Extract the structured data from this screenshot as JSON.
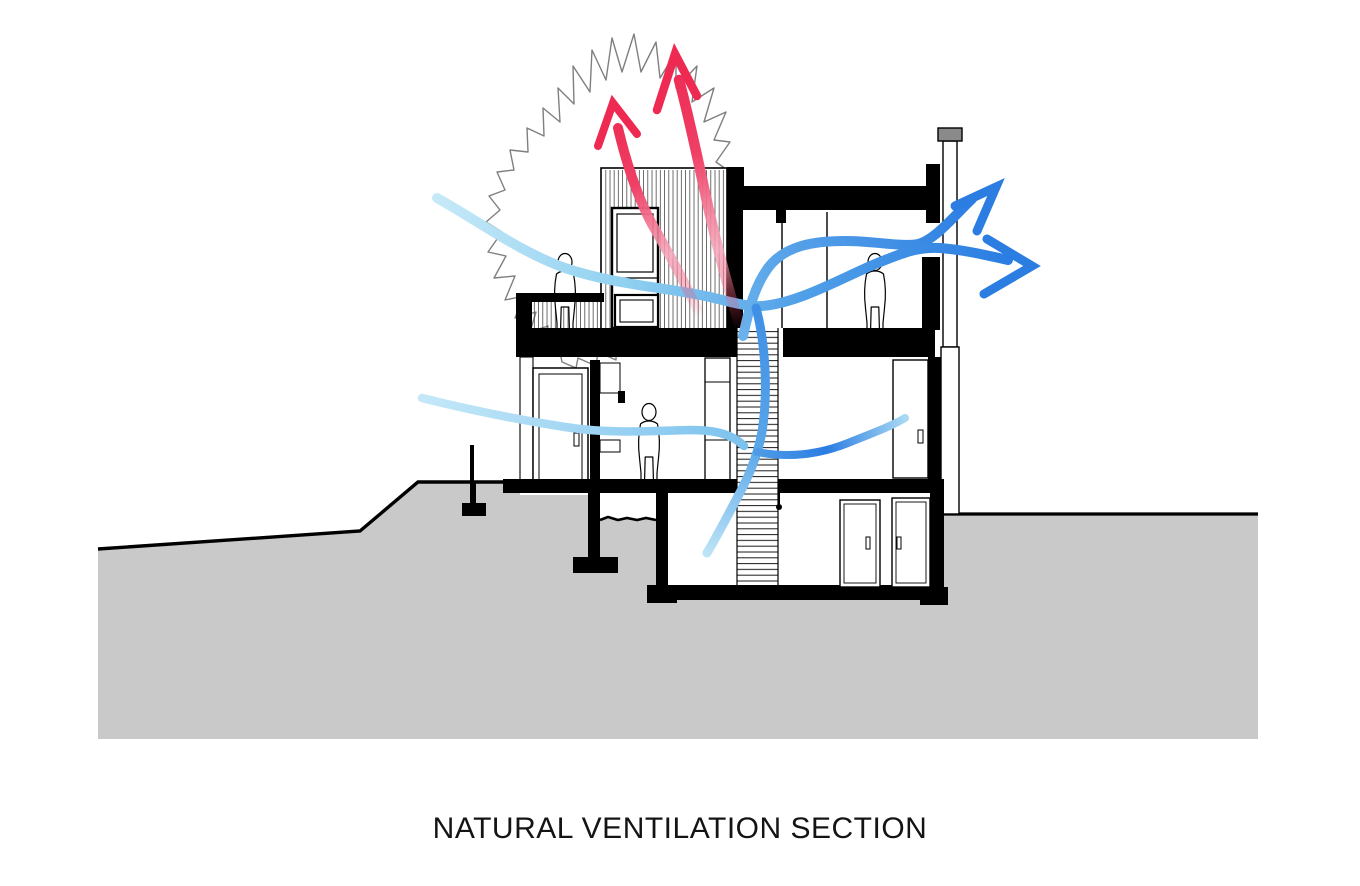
{
  "title": "NATURAL VENTILATION SECTION",
  "colors": {
    "background": "#ffffff",
    "ink": "#000000",
    "ground": "#c9c9c9",
    "tree_outline": "#7f7f7f",
    "chimney_cap": "#8a8a8a",
    "hatch_line": "#4a4a4a",
    "cool_air_strong": "#2b7de2",
    "cool_air_mid": "#5aa7ea",
    "cool_air_light": "#aadcf4",
    "warm_air_strong": "#ee2a52",
    "warm_air_light": "#f6b9c8",
    "title_text": "#141414"
  },
  "icons": {
    "cool_air_flows": [
      "upper-inlet-stream",
      "lower-inlet-stream",
      "stairwell-downdraft-stream",
      "middle-floor-cross-stream",
      "outlet-arrow-up-right",
      "outlet-arrow-right"
    ],
    "warm_air_flows": [
      "clerestory-exhaust-arrow-left",
      "clerestory-exhaust-arrow-right"
    ]
  }
}
